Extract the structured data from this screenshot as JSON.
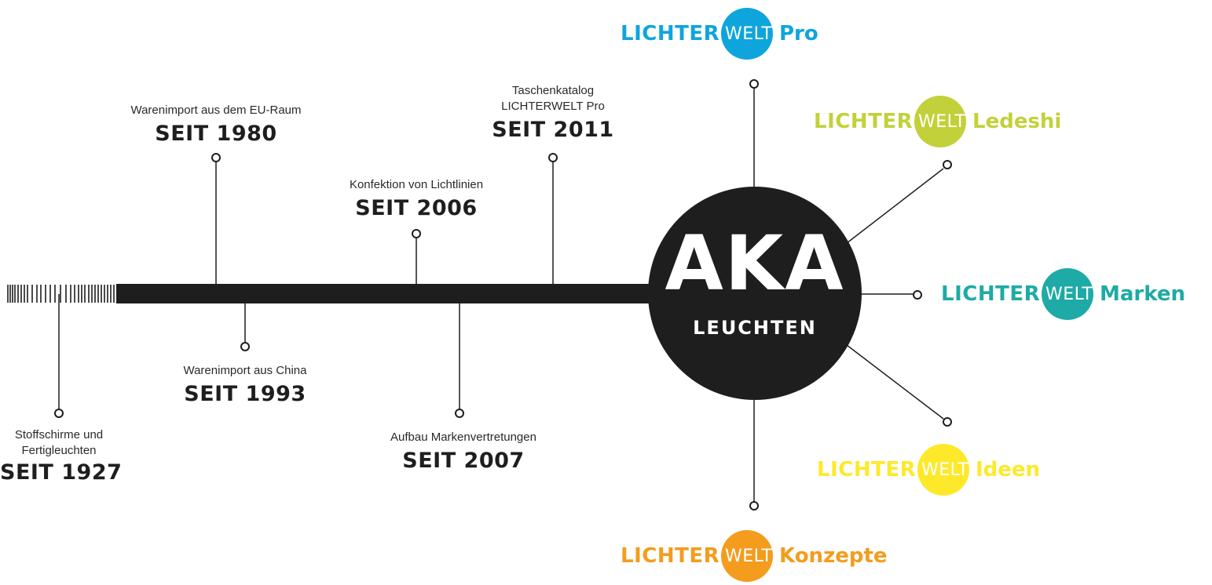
{
  "hub": {
    "title": "AKA",
    "subtitle": "LEUCHTEN"
  },
  "milestones": [
    {
      "desc": [
        "Stoffschirme und",
        "Fertigleuchten"
      ],
      "year": "SEIT 1927"
    },
    {
      "desc": [
        "Warenimport aus dem EU-Raum"
      ],
      "year": "SEIT 1980"
    },
    {
      "desc": [
        "Warenimport aus China"
      ],
      "year": "SEIT 1993"
    },
    {
      "desc": [
        "Konfektion von Lichtlinien"
      ],
      "year": "SEIT 2006"
    },
    {
      "desc": [
        "Aufbau Markenvertretungen"
      ],
      "year": "SEIT 2007"
    },
    {
      "desc": [
        "Taschenkatalog",
        "LICHTERWELT Pro"
      ],
      "year": "SEIT 2011"
    }
  ],
  "brands": [
    {
      "word1": "LICHTER",
      "word2": "WELT",
      "suffix": "Pro",
      "color": "#0ea5dc"
    },
    {
      "word1": "LICHTER",
      "word2": "WELT",
      "suffix": "Ledeshi",
      "color": "#c2d13a"
    },
    {
      "word1": "LICHTER",
      "word2": "WELT",
      "suffix": "Marken",
      "color": "#1eaaa6"
    },
    {
      "word1": "LICHTER",
      "word2": "WELT",
      "suffix": "Ideen",
      "color": "#fde92a"
    },
    {
      "word1": "LICHTER",
      "word2": "WELT",
      "suffix": "Konzepte",
      "color": "#f39c1e"
    }
  ]
}
